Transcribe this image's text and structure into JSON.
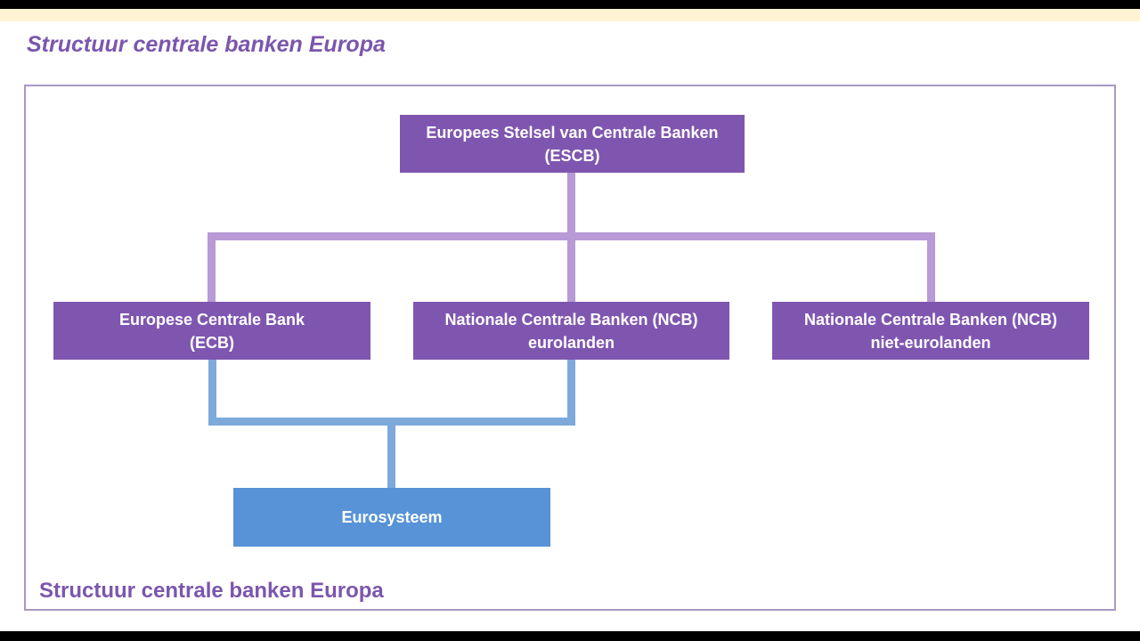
{
  "title": "Structuur centrale banken Europa",
  "caption": "Structuur centrale banken Europa",
  "nodes": {
    "escb": {
      "line1": "Europees Stelsel van Centrale Banken",
      "line2": "(ESCB)"
    },
    "ecb": {
      "line1": "Europese Centrale Bank",
      "line2": "(ECB)"
    },
    "ncb_euro": {
      "line1": "Nationale Centrale Banken (NCB)",
      "line2": "eurolanden"
    },
    "ncb_non_euro": {
      "line1": "Nationale Centrale Banken (NCB)",
      "line2": "niet-eurolanden"
    },
    "eurosystem": {
      "line1": "Eurosysteem"
    }
  },
  "colors": {
    "title_purple": "#7b56ad",
    "node_purple": "#7f56af",
    "node_blue": "#5793d6",
    "line_purple": "#b79ad6",
    "line_blue": "#7da9db",
    "frame_border": "#a898c4",
    "top_strip": "#fdf2d2"
  }
}
